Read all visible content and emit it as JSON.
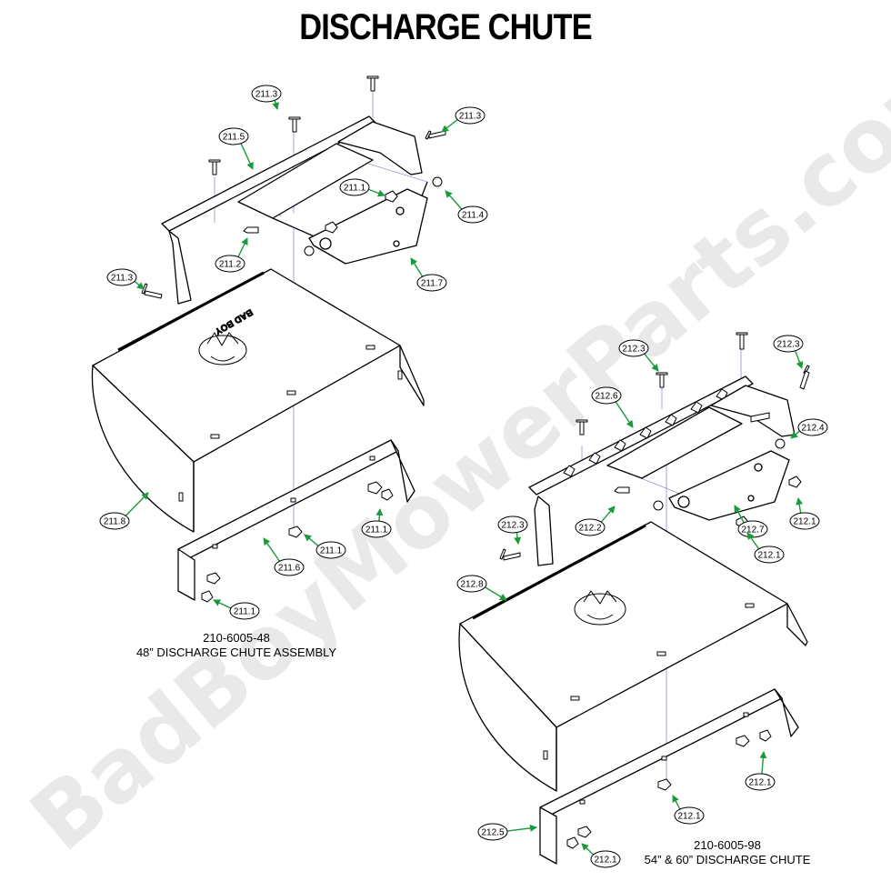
{
  "title": "DISCHARGE CHUTE",
  "watermark": "BadBoyMowerParts.com",
  "logo_text": "BAD BOY",
  "assemblies": [
    {
      "part_number": "210-6005-48",
      "description": "48” DISCHARGE CHUTE ASSEMBLY"
    },
    {
      "part_number": "210-6005-98",
      "description": "54” & 60” DISCHARGE CHUTE"
    }
  ],
  "callouts": [
    "211.3",
    "211.3",
    "211.5",
    "211.1",
    "211.4",
    "211.2",
    "211.7",
    "211.3",
    "211.8",
    "211.1",
    "211.1",
    "211.6",
    "211.1",
    "212.3",
    "212.3",
    "212.6",
    "212.4",
    "212.3",
    "212.2",
    "212.7",
    "212.1",
    "212.1",
    "212.8",
    "212.1",
    "212.1",
    "212.5",
    "212.1"
  ],
  "colors": {
    "arrow": "#1a9a3a",
    "line": "#000000",
    "centerline": "#6a6acc"
  }
}
